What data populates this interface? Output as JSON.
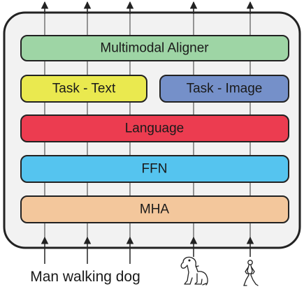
{
  "input_caption": "Man walking dog",
  "layers": {
    "aligner": {
      "label": "Multimodal Aligner",
      "color": "#9ed5a5"
    },
    "task_text": {
      "label": "Task - Text",
      "color": "#eae94f"
    },
    "task_image": {
      "label": "Task - Image",
      "color": "#7590c9"
    },
    "language": {
      "label": "Language",
      "color": "#ec3c50"
    },
    "ffn": {
      "label": "FFN",
      "color": "#55c4ef"
    },
    "mha": {
      "label": "MHA",
      "color": "#f3c79c"
    }
  },
  "container_color": "#f2f2f2",
  "input_icons": [
    "dog-icon",
    "person-walking-icon"
  ]
}
